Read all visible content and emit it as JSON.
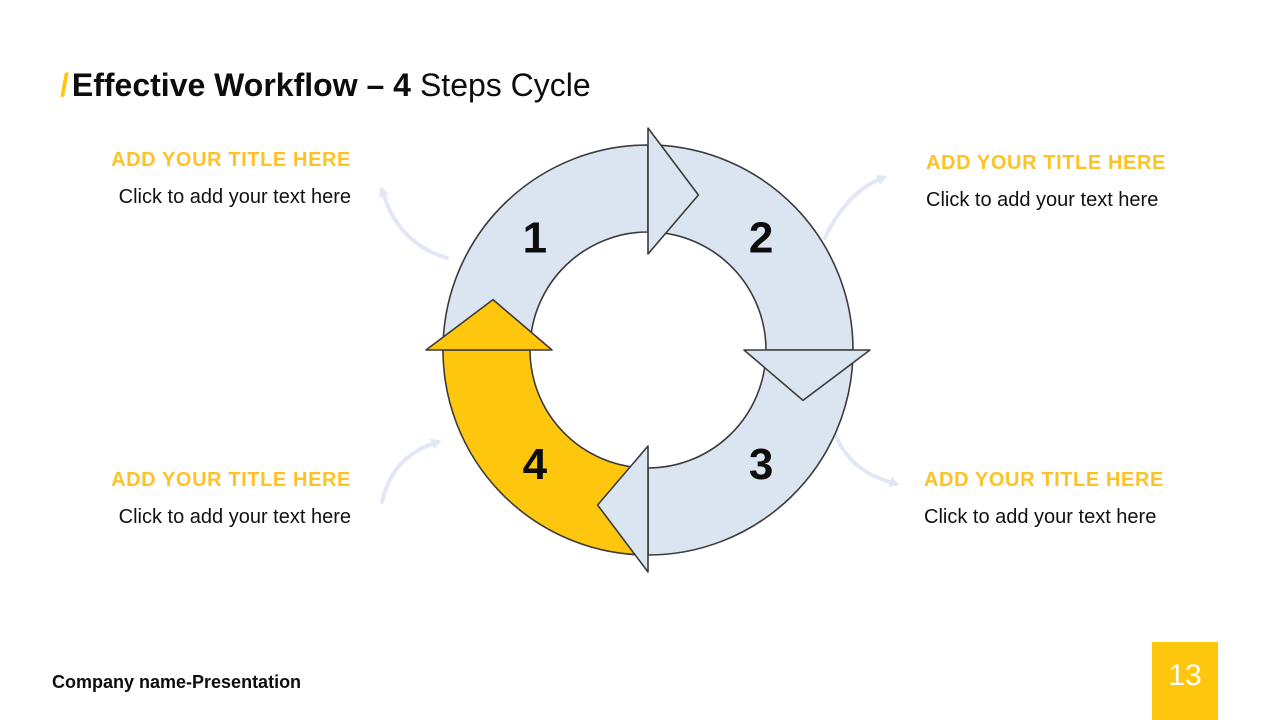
{
  "slide": {
    "title": {
      "slash": "/",
      "bold": "Effective Workflow – 4",
      "regular": "Steps Cycle"
    },
    "footer": "Company name-Presentation",
    "page_number": "13"
  },
  "labels": [
    {
      "position": "top-left",
      "title": "ADD YOUR TITLE HERE",
      "text": "Click to add your text here"
    },
    {
      "position": "top-right",
      "title": "ADD YOUR TITLE HERE",
      "text": "Click to add your text here"
    },
    {
      "position": "bottom-left",
      "title": "ADD YOUR TITLE HERE",
      "text": "Click to add your text here"
    },
    {
      "position": "bottom-right",
      "title": "ADD YOUR TITLE HERE",
      "text": "Click to add your text here"
    }
  ],
  "diagram": {
    "steps": [
      {
        "number": "1",
        "highlighted": false
      },
      {
        "number": "2",
        "highlighted": false
      },
      {
        "number": "3",
        "highlighted": false
      },
      {
        "number": "4",
        "highlighted": true
      }
    ]
  },
  "colors": {
    "accent_yellow": "#FEC60D",
    "label_yellow": "#FDC326",
    "arrow_blue": "#DBE4F1",
    "outline": "#3B3B3B",
    "swoosh": "#E2E8F3",
    "number_text": "#0d0d0d"
  }
}
